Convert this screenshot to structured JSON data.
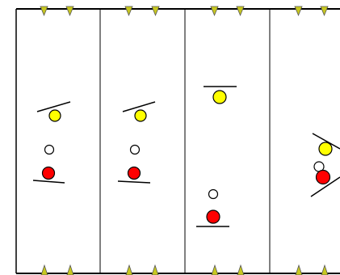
{
  "colors": {
    "background": "#ffffff",
    "frame_line": "#000000",
    "marker_fill": "#c8c820",
    "marker_stroke": "#555555",
    "yellow_ball": "#ffff00",
    "red_ball": "#ff0000",
    "white_ball": "#ffffff",
    "ball_outline": "#000000"
  },
  "icons": {
    "top_marker": "down-triangle-icon",
    "bottom_marker": "up-triangle-icon",
    "yellow_ball": "yellow-circle-icon",
    "red_ball": "red-circle-icon",
    "white_ball": "white-circle-icon"
  },
  "panels": [
    {
      "name": "panel-1"
    },
    {
      "name": "panel-2"
    },
    {
      "name": "panel-3"
    },
    {
      "name": "panel-4"
    }
  ]
}
